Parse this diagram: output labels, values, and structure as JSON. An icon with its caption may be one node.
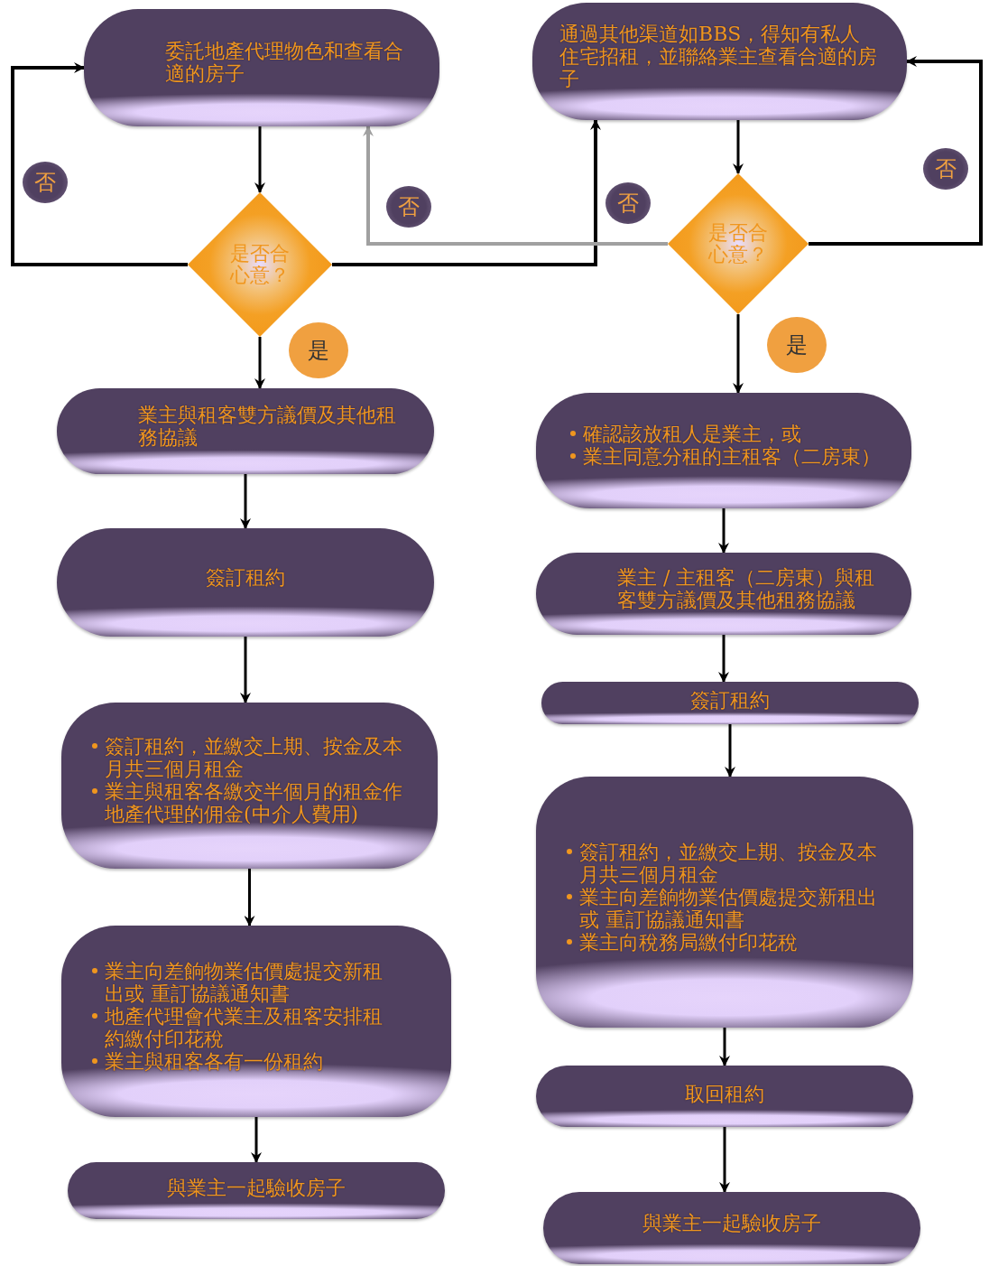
{
  "diagram": {
    "nodes": [
      {
        "text": [
          "委託地產代理物色和查看合適的房子"
        ]
      },
      {
        "text": [
          "通過其他渠道如BBS，得知有私人住宅招租，並聯絡業主查看合適的房子"
        ]
      },
      {
        "text": [
          "是否合心意？"
        ]
      },
      {
        "text": [
          "是否合心意？"
        ]
      },
      {
        "text": [
          "業主與租客雙方議價及其他租務協議"
        ]
      },
      {
        "text": [
          "簽訂租約"
        ]
      },
      {
        "text": [
          "簽訂租約，並繳交上期、按金及本月共三個月租金",
          "業主與租客各繳交半個月的租金作地產代理的佣金(中介人費用)"
        ]
      },
      {
        "text": [
          "業主向差餉物業估價處提交新租出或 重訂協議通知書",
          "地產代理會代業主及租客安排租約繳付印花稅",
          "業主與租客各有一份租約"
        ]
      },
      {
        "text": [
          "與業主一起驗收房子"
        ]
      },
      {
        "text": [
          "確認該放租人是業主，或",
          "業主同意分租的主租客（二房東）"
        ]
      },
      {
        "text": [
          "業主 / 主租客（二房東）與租客雙方議價及其他租務協議"
        ]
      },
      {
        "text": [
          "簽訂租約"
        ]
      },
      {
        "text": [
          "簽訂租約，並繳交上期、按金及本月共三個月租金",
          "業主向差餉物業估價處提交新租出或 重訂協議通知書",
          "業主向稅務局繳付印花稅"
        ]
      },
      {
        "text": [
          "取回租約"
        ]
      },
      {
        "text": [
          "與業主一起驗收房子"
        ]
      }
    ],
    "edges": [
      {
        "from": 0,
        "to": 2,
        "arrow": "to"
      },
      {
        "from": 2,
        "to": 0,
        "arrow": "to",
        "label": "否"
      },
      {
        "from": 2,
        "to": 1,
        "arrow": "to",
        "label": "否"
      },
      {
        "from": 3,
        "to": 0,
        "arrow": "to",
        "label": "否",
        "color": "#a0a0a0"
      },
      {
        "from": 3,
        "to": 1,
        "arrow": "to",
        "label": "否"
      },
      {
        "from": 1,
        "to": 3,
        "arrow": "to"
      },
      {
        "from": 2,
        "to": 4,
        "arrow": "to",
        "label": "是"
      },
      {
        "from": 4,
        "to": 5,
        "arrow": "to"
      },
      {
        "from": 5,
        "to": 6,
        "arrow": "to"
      },
      {
        "from": 6,
        "to": 7,
        "arrow": "to"
      },
      {
        "from": 7,
        "to": 8,
        "arrow": "to"
      },
      {
        "from": 3,
        "to": 9,
        "arrow": "to",
        "label": "是"
      },
      {
        "from": 9,
        "to": 10,
        "arrow": "to"
      },
      {
        "from": 10,
        "to": 11,
        "arrow": "to"
      },
      {
        "from": 11,
        "to": 12,
        "arrow": "to"
      },
      {
        "from": 12,
        "to": 13,
        "arrow": "to"
      },
      {
        "from": 13,
        "to": 14,
        "arrow": "to"
      }
    ]
  }
}
